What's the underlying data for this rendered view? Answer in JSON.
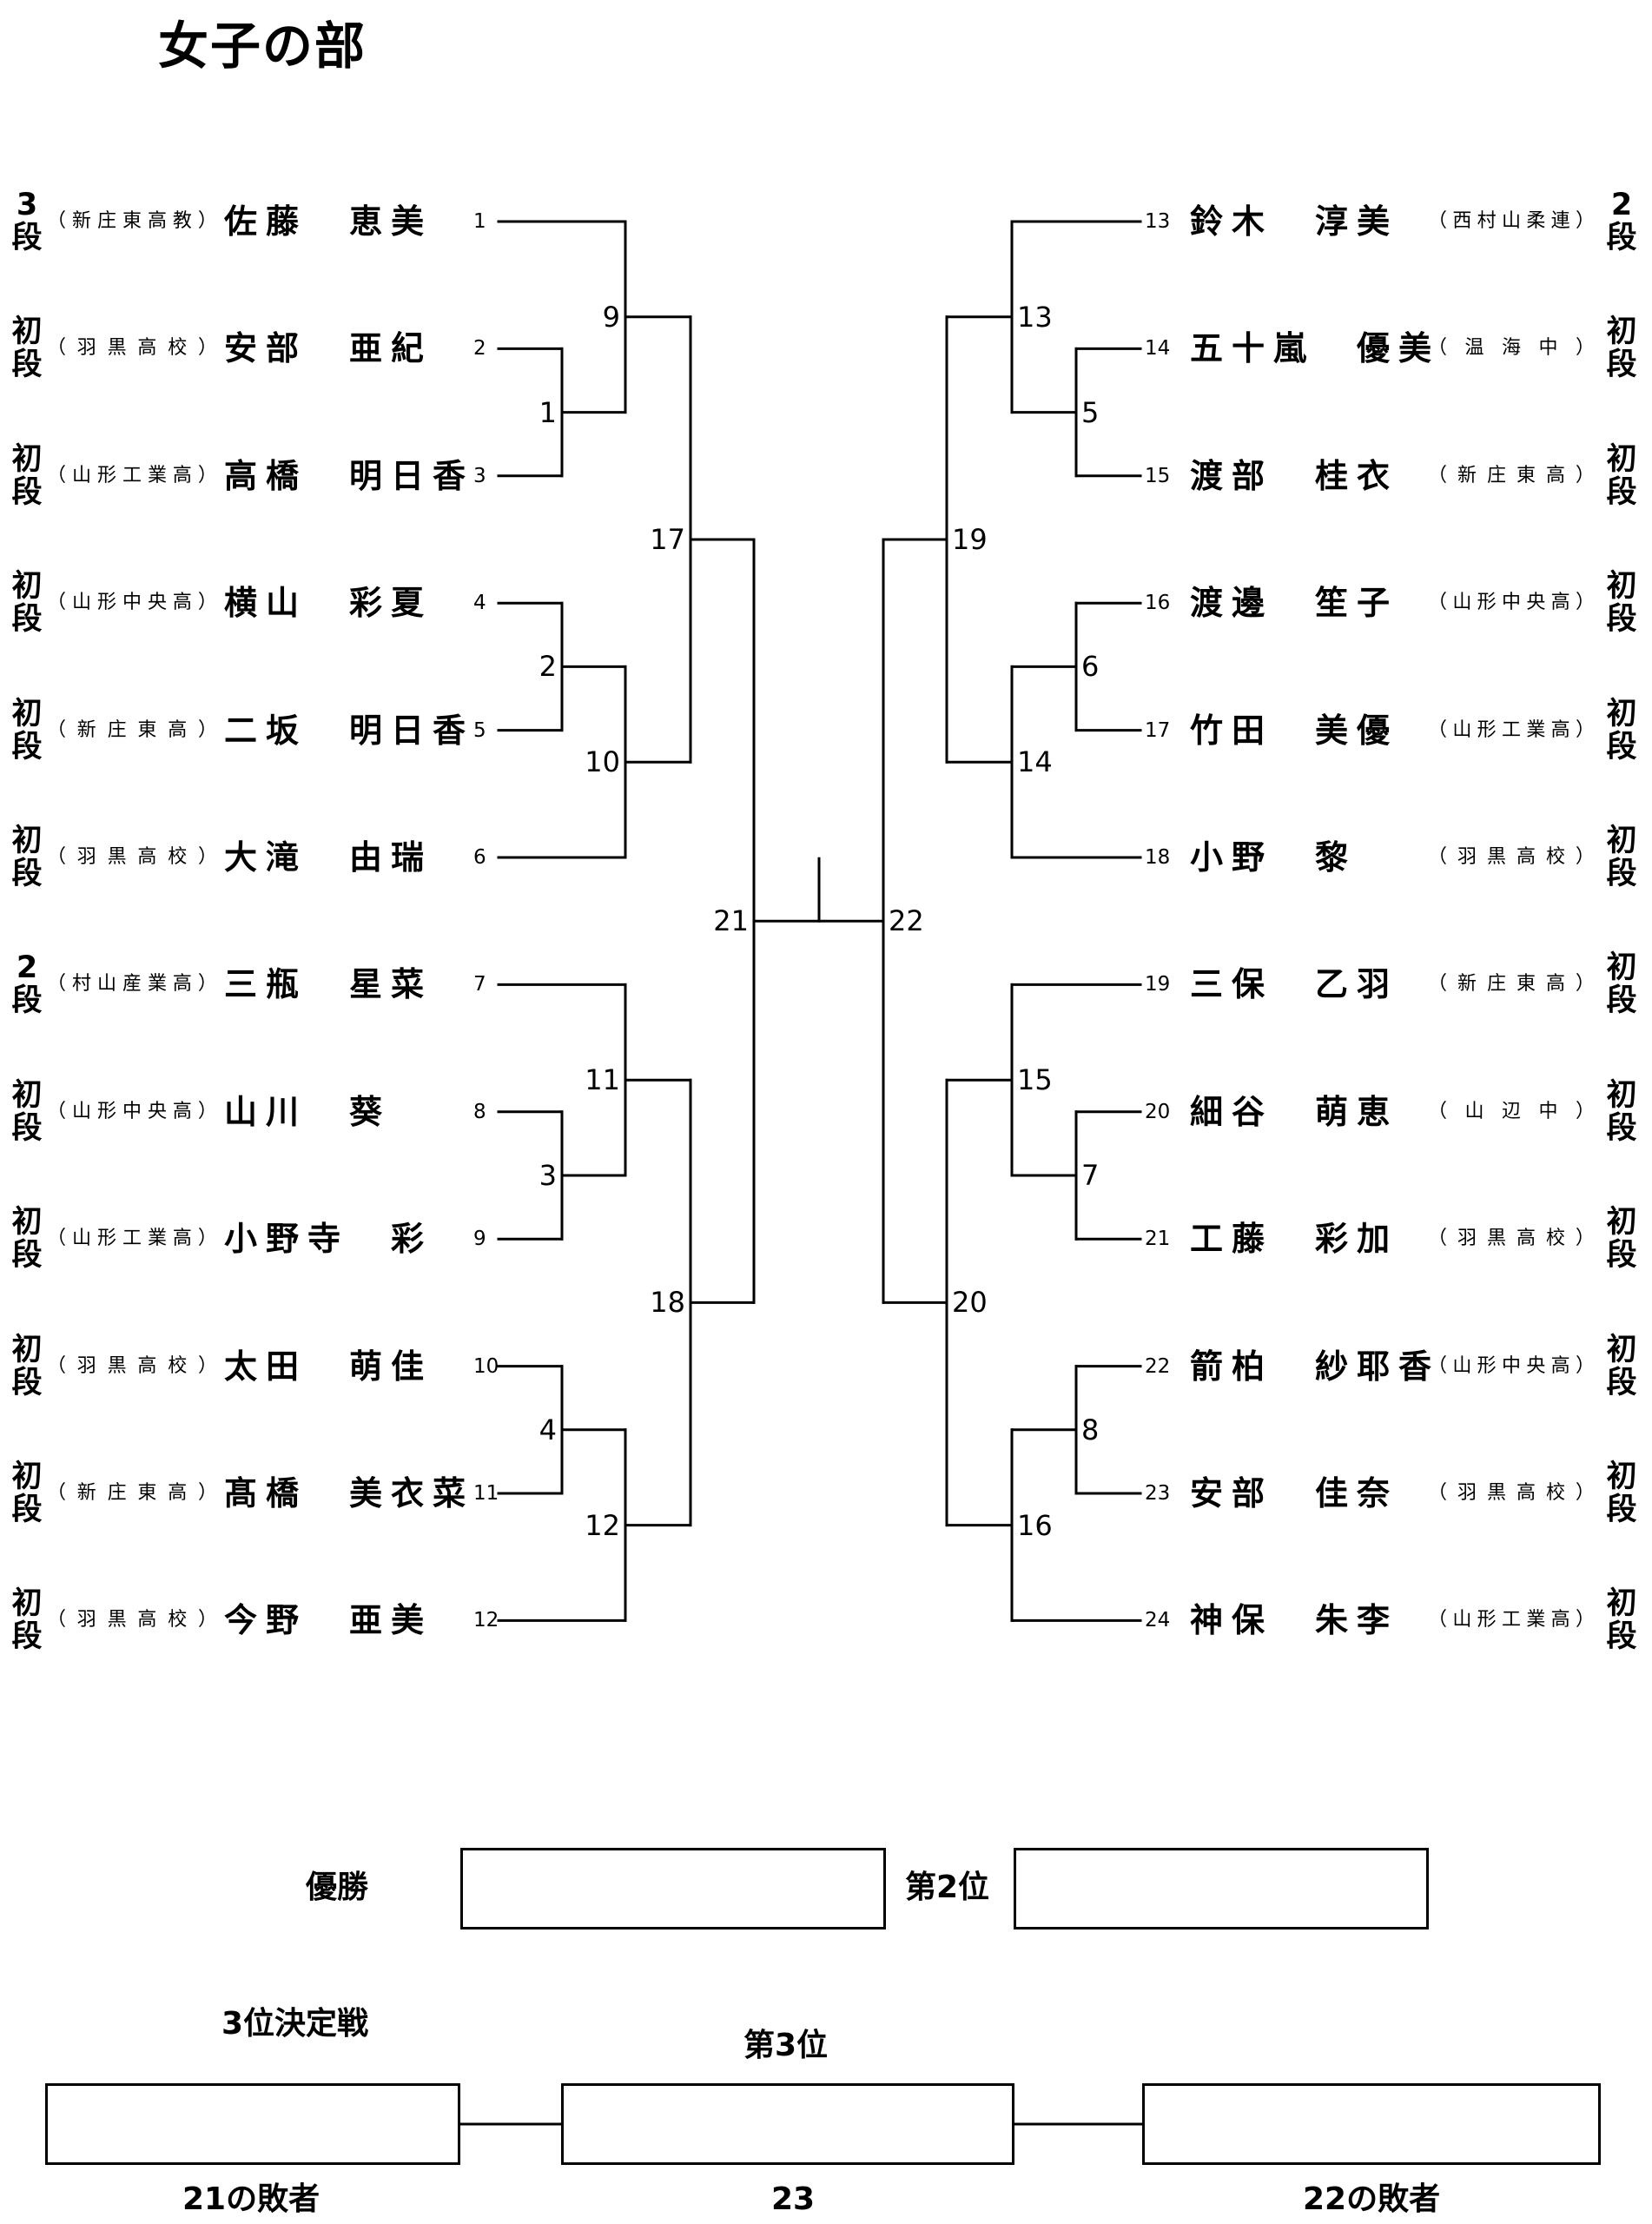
{
  "title": "女子の部",
  "left_entries": [
    {
      "seed": "1",
      "name": "佐藤 恵美",
      "club": "（新庄東高教）",
      "rank": "3段"
    },
    {
      "seed": "2",
      "name": "安部 亜紀",
      "club": "（羽黒高校）",
      "rank": "初段"
    },
    {
      "seed": "3",
      "name": "高橋 明日香",
      "club": "（山形工業高）",
      "rank": "初段"
    },
    {
      "seed": "4",
      "name": "横山 彩夏",
      "club": "（山形中央高）",
      "rank": "初段"
    },
    {
      "seed": "5",
      "name": "二坂 明日香",
      "club": "（新庄東高）",
      "rank": "初段"
    },
    {
      "seed": "6",
      "name": "大滝 由瑞",
      "club": "（羽黒高校）",
      "rank": "初段"
    },
    {
      "seed": "7",
      "name": "三瓶 星菜",
      "club": "（村山産業高）",
      "rank": "2段"
    },
    {
      "seed": "8",
      "name": "山川 葵",
      "club": "（山形中央高）",
      "rank": "初段"
    },
    {
      "seed": "9",
      "name": "小野寺 彩",
      "club": "（山形工業高）",
      "rank": "初段"
    },
    {
      "seed": "10",
      "name": "太田 萌佳",
      "club": "（羽黒高校）",
      "rank": "初段"
    },
    {
      "seed": "11",
      "name": "髙橋 美衣菜",
      "club": "（新庄東高）",
      "rank": "初段"
    },
    {
      "seed": "12",
      "name": "今野 亜美",
      "club": "（羽黒高校）",
      "rank": "初段"
    }
  ],
  "right_entries": [
    {
      "seed": "13",
      "name": "鈴木 淳美",
      "club": "（西村山柔連）",
      "rank": "2段"
    },
    {
      "seed": "14",
      "name": "五十嵐 優美",
      "club": "（温海中）",
      "rank": "初段"
    },
    {
      "seed": "15",
      "name": "渡部 桂衣",
      "club": "（新庄東高）",
      "rank": "初段"
    },
    {
      "seed": "16",
      "name": "渡邊 笙子",
      "club": "（山形中央高）",
      "rank": "初段"
    },
    {
      "seed": "17",
      "name": "竹田 美優",
      "club": "（山形工業高）",
      "rank": "初段"
    },
    {
      "seed": "18",
      "name": "小野 黎",
      "club": "（羽黒高校）",
      "rank": "初段"
    },
    {
      "seed": "19",
      "name": "三保 乙羽",
      "club": "（新庄東高）",
      "rank": "初段"
    },
    {
      "seed": "20",
      "name": "細谷 萌恵",
      "club": "（山辺中）",
      "rank": "初段"
    },
    {
      "seed": "21",
      "name": "工藤 彩加",
      "club": "（羽黒高校）",
      "rank": "初段"
    },
    {
      "seed": "22",
      "name": "箭柏 紗耶香",
      "club": "（山形中央高）",
      "rank": "初段"
    },
    {
      "seed": "23",
      "name": "安部 佳奈",
      "club": "（羽黒高校）",
      "rank": "初段"
    },
    {
      "seed": "24",
      "name": "神保 朱李",
      "club": "（山形工業高）",
      "rank": "初段"
    }
  ],
  "match_numbers": [
    "1",
    "2",
    "3",
    "4",
    "5",
    "6",
    "7",
    "8",
    "9",
    "10",
    "11",
    "12",
    "13",
    "14",
    "15",
    "16",
    "17",
    "18",
    "19",
    "20",
    "21",
    "22"
  ],
  "results": {
    "champion_label": "優勝",
    "second_label": "第2位",
    "third_playoff_label": "3位決定戦",
    "third_label": "第3位",
    "left_loser": "21の敗者",
    "match_23": "23",
    "right_loser": "22の敗者"
  }
}
